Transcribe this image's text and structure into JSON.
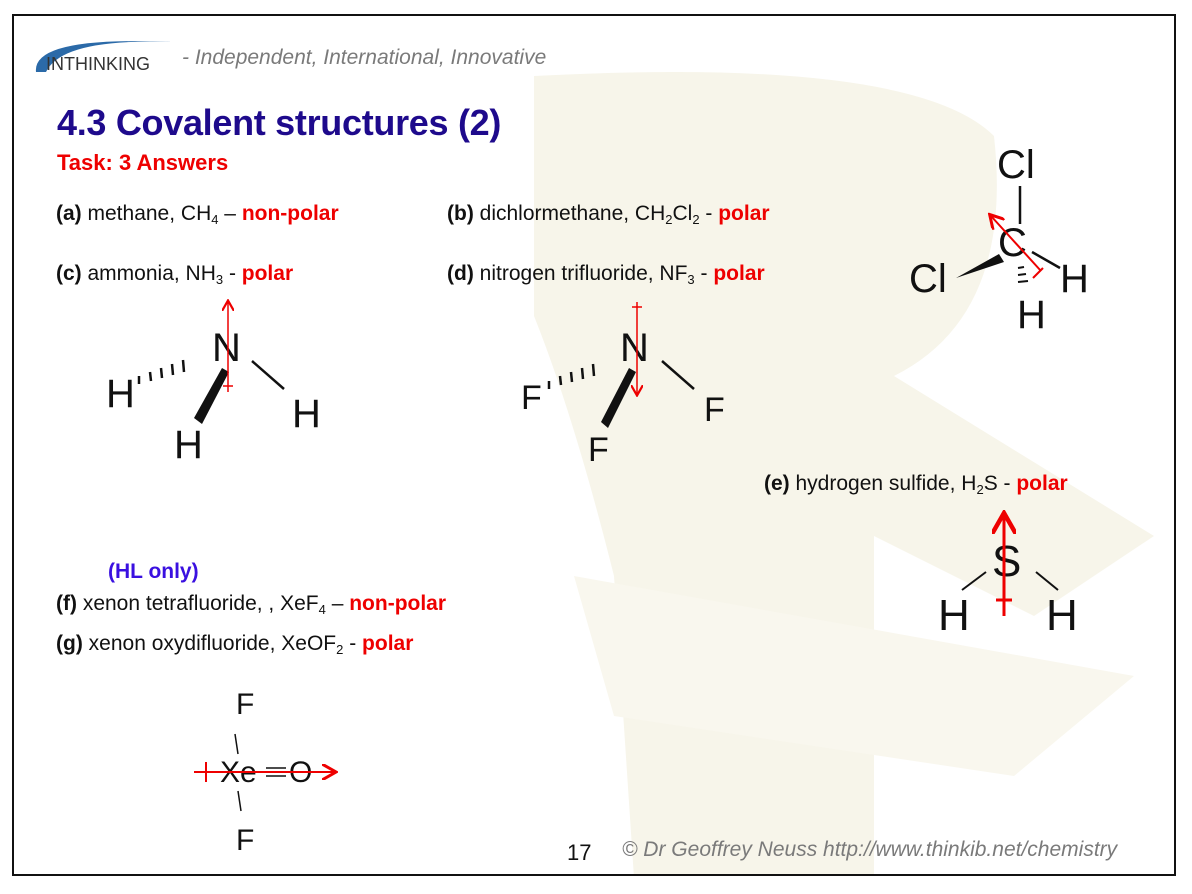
{
  "header": {
    "logo_text": "INTHINKING",
    "tagline": "- Independent, International, Innovative"
  },
  "title": "4.3 Covalent structures (2)",
  "subtitle": "Task: 3 Answers",
  "items": {
    "a": {
      "label": "(a)",
      "t1": " methane, CH",
      "s1": "4",
      "t2": " – ",
      "verdict": "non-polar"
    },
    "b": {
      "label": "(b)",
      "t1": " dichlormethane, CH",
      "s1": "2",
      "t2": "Cl",
      "s2": "2",
      "t3": " - ",
      "verdict": "polar"
    },
    "c": {
      "label": "(c)",
      "t1": " ammonia, NH",
      "s1": "3",
      "t2": " - ",
      "verdict": "polar"
    },
    "d": {
      "label": "(d)",
      "t1": " nitrogen trifluoride, NF",
      "s1": "3",
      "t2": " - ",
      "verdict": "polar"
    },
    "e": {
      "label": "(e)",
      "t1": " hydrogen sulfide, H",
      "s1": "2",
      "t2": "S - ",
      "verdict": "polar"
    },
    "f": {
      "label": "(f)",
      "t1": " xenon tetrafluoride, , XeF",
      "s1": "4",
      "t2": " – ",
      "verdict": "non-polar"
    },
    "g": {
      "label": "(g)",
      "t1": " xenon oxydifluoride, XeOF",
      "s1": "2",
      "t2": " - ",
      "verdict": "polar"
    }
  },
  "hl_note": "(HL only)",
  "molecules": {
    "ch2cl2": {
      "top": "Cl",
      "center": "C",
      "left": "Cl",
      "right": "H",
      "bottom": "H"
    },
    "nh3": {
      "center": "N",
      "left": "H",
      "right": "H",
      "bottom": "H"
    },
    "nf3": {
      "center": "N",
      "left": "F",
      "right": "F",
      "bottom": "F"
    },
    "h2s": {
      "center": "S",
      "left": "H",
      "right": "H"
    },
    "xeof2": {
      "top": "F",
      "center": "Xe",
      "right": "O",
      "bottom": "F"
    }
  },
  "footer": {
    "page_number": "17",
    "copyright": "© Dr Geoffrey Neuss http://www.thinkib.net/chemistry"
  },
  "colors": {
    "title": "#1e0a8c",
    "answer": "#ee0000",
    "dipole": "#ee0000",
    "hl": "#3a10e0"
  }
}
